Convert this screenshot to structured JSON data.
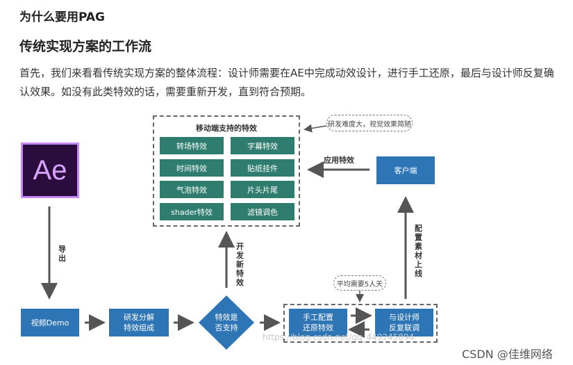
{
  "heading_main": "为什么要用PAG",
  "heading_sub": "传统实现方案的工作流",
  "paragraph": "首先，我们来看看传统实现方案的整体流程：设计师需要在AE中完成动效设计，进行手工还原，最后与设计师反复确认效果。如没有此类特效的话，需要重新开发，直到符合预期。",
  "diagram": {
    "features_title": "移动端支持的特效",
    "features": [
      "转场特效",
      "字幕特效",
      "时间特效",
      "贴纸挂件",
      "气泡特效",
      "片头片尾",
      "shader特效",
      "滤镜调色"
    ],
    "note_difficulty": "研发难度大，视觉效果简陋",
    "client": "客户端",
    "apply_effect": "应用特效",
    "ae_logo": "Ae",
    "export": "导出",
    "video_demo": "视频Demo",
    "rd_breakdown": "研发分解\n特效组成",
    "supported": "特效是\n否支持",
    "develop_new": "开发新特效",
    "avg_days": "平均需要5人天",
    "manual_config": "手工配置\n还原特效",
    "designer_review": "与设计师\n反复联调",
    "upload": "配置素材上线"
  },
  "watermark_url": "https://blog.csdn.net/qq_449245894",
  "watermark_csdn": "CSDN @佳维网络"
}
